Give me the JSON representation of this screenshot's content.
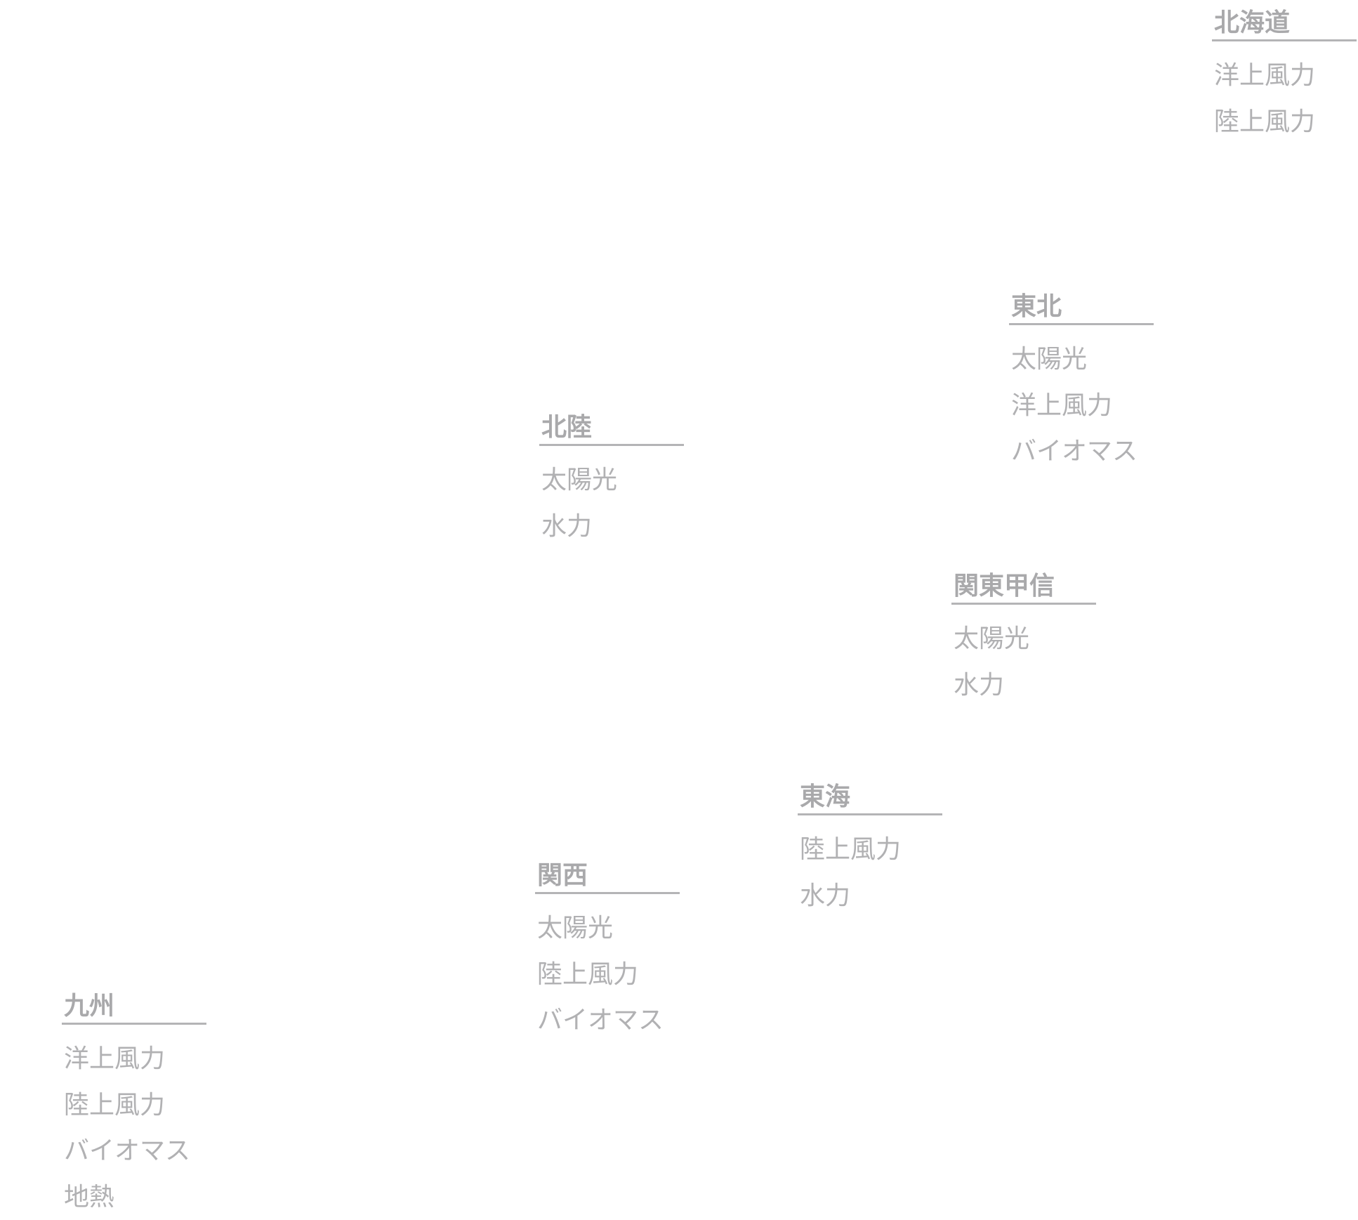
{
  "regions": {
    "hokkaido": {
      "name": "北海道",
      "items": [
        "洋上風力",
        "陸上風力"
      ]
    },
    "tohoku": {
      "name": "東北",
      "items": [
        "太陽光",
        "洋上風力",
        "バイオマス"
      ]
    },
    "hokuriku": {
      "name": "北陸",
      "items": [
        "太陽光",
        "水力"
      ]
    },
    "kanto": {
      "name": "関東甲信",
      "items": [
        "太陽光",
        "水力"
      ]
    },
    "tokai": {
      "name": "東海",
      "items": [
        "陸上風力",
        "水力"
      ]
    },
    "kansai": {
      "name": "関西",
      "items": [
        "太陽光",
        "陸上風力",
        "バイオマス"
      ]
    },
    "kyushu": {
      "name": "九州",
      "items": [
        "洋上風力",
        "陸上風力",
        "バイオマス",
        "地熱"
      ]
    }
  },
  "colors": {
    "title": "#a9a9ab",
    "item": "#b1b1b3",
    "rule": "#b4b4b6"
  }
}
